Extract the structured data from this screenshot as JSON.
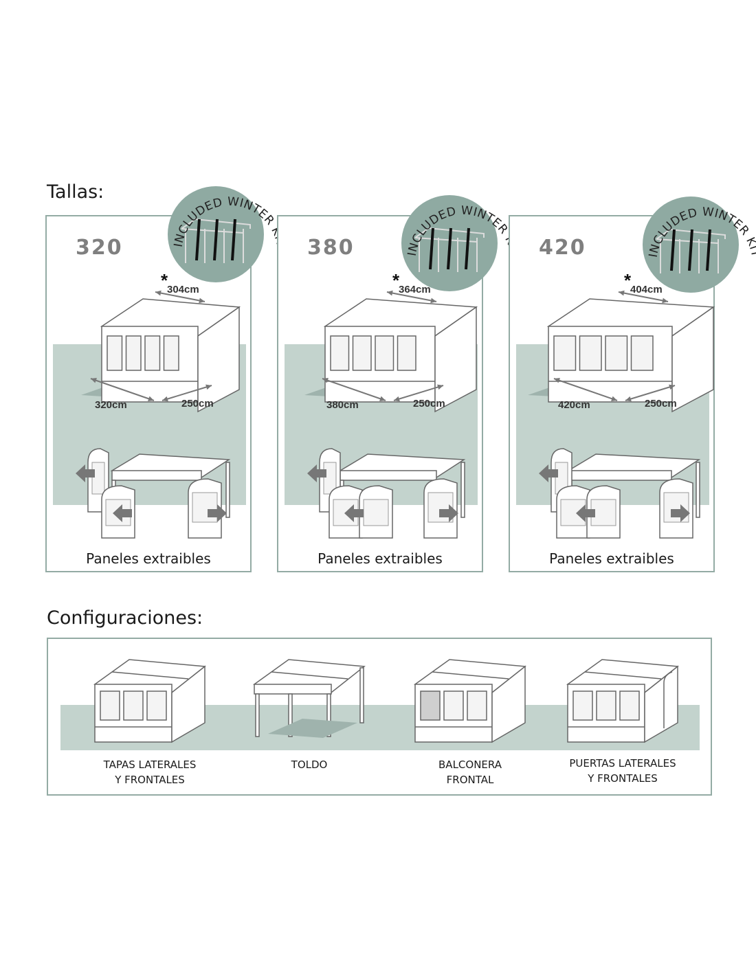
{
  "headings": {
    "sizes": "Tallas:",
    "configs": "Configuraciones:"
  },
  "winter_kit_label": "INCLUDED WINTER KIT",
  "sizes": [
    {
      "size": "320",
      "depth_top": "304cm",
      "width": "320cm",
      "depth": "250cm",
      "star": "*",
      "caption": "Paneles extraibles"
    },
    {
      "size": "380",
      "depth_top": "364cm",
      "width": "380cm",
      "depth": "250cm",
      "star": "*",
      "caption": "Paneles extraibles"
    },
    {
      "size": "420",
      "depth_top": "404cm",
      "width": "420cm",
      "depth": "250cm",
      "star": "*",
      "caption": "Paneles extraibles"
    }
  ],
  "configurations": [
    {
      "line1": "TAPAS LATERALES",
      "line2": "Y FRONTALES"
    },
    {
      "line1": "TOLDO",
      "line2": ""
    },
    {
      "line1": "BALCONERA",
      "line2": "FRONTAL"
    },
    {
      "line1": "PUERTAS LATERALES",
      "line2": "Y FRONTALES"
    }
  ],
  "colors": {
    "border": "#93aba4",
    "ground": "#c3d3cd",
    "kit_circle": "#8faaa2",
    "arrow": "#777777"
  }
}
